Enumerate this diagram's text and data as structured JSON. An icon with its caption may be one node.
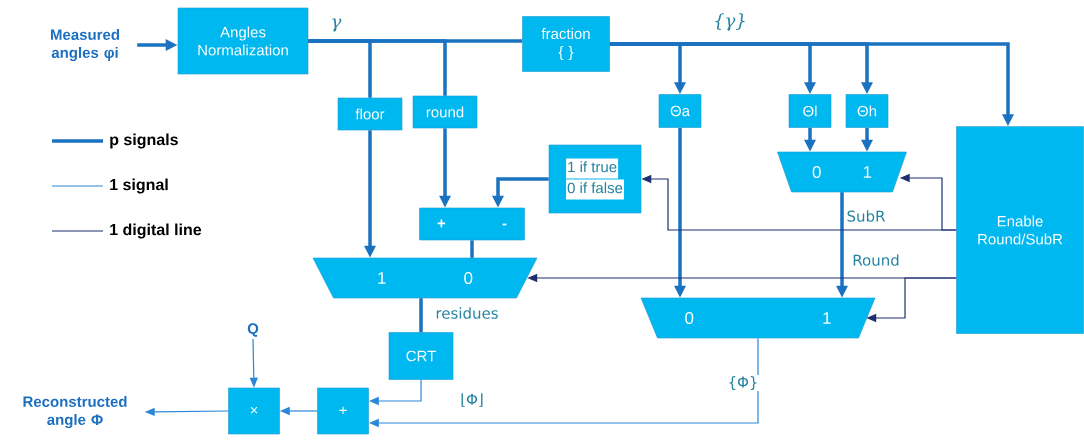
{
  "diagram": {
    "nodes": [
      {
        "text": [
          "Measured angles φi"
        ]
      },
      {
        "text": [
          "Angles Normalization"
        ]
      },
      {
        "text": [
          "fraction",
          "{ }"
        ]
      },
      {
        "text": [
          "floor"
        ]
      },
      {
        "text": [
          "round"
        ]
      },
      {
        "text": [
          "Θa"
        ]
      },
      {
        "text": [
          "Θl"
        ]
      },
      {
        "text": [
          "Θh"
        ]
      },
      {
        "text": [
          "Enable Round/SubR"
        ]
      },
      {
        "text": [
          "0",
          "1"
        ]
      },
      {
        "text": [
          "1 if true",
          "0 if false"
        ]
      },
      {
        "text": [
          "+",
          "-"
        ]
      },
      {
        "text": [
          "1",
          "0"
        ]
      },
      {
        "text": [
          "0",
          "1"
        ]
      },
      {
        "text": [
          "CRT"
        ]
      },
      {
        "text": [
          "×"
        ]
      },
      {
        "text": [
          "+"
        ]
      },
      {
        "text": [
          "Q"
        ]
      },
      {
        "text": [
          "Reconstructed angle Φ"
        ]
      }
    ],
    "edges": [
      {
        "from": 0,
        "to": 1,
        "arrow": "to"
      },
      {
        "from": 1,
        "to": 2,
        "arrow": "none"
      },
      {
        "from": 1,
        "to": 3,
        "arrow": "none"
      },
      {
        "from": 1,
        "to": 4,
        "arrow": "none"
      },
      {
        "from": 2,
        "to": 5,
        "arrow": "to"
      },
      {
        "from": 2,
        "to": 6,
        "arrow": "to"
      },
      {
        "from": 2,
        "to": 7,
        "arrow": "to"
      },
      {
        "from": 2,
        "to": 8,
        "arrow": "to"
      },
      {
        "from": 6,
        "to": 9,
        "arrow": "to"
      },
      {
        "from": 7,
        "to": 9,
        "arrow": "to"
      },
      {
        "from": 3,
        "to": 12,
        "arrow": "to"
      },
      {
        "from": 4,
        "to": 11,
        "arrow": "to"
      },
      {
        "from": 10,
        "to": 11,
        "arrow": "to"
      },
      {
        "from": 11,
        "to": 12,
        "arrow": "none"
      },
      {
        "from": 5,
        "to": 13,
        "arrow": "to"
      },
      {
        "from": 9,
        "to": 13,
        "arrow": "to"
      },
      {
        "from": 8,
        "to": 10,
        "arrow": "to",
        "label": "SubR",
        "color": "#1F2F6E"
      },
      {
        "from": 8,
        "to": 9,
        "arrow": "to",
        "color": "#1F2F6E"
      },
      {
        "from": 8,
        "to": 12,
        "arrow": "to",
        "label": "Round",
        "color": "#1F2F6E"
      },
      {
        "from": 8,
        "to": 13,
        "arrow": "to",
        "color": "#1F2F6E"
      },
      {
        "from": 12,
        "to": 14,
        "arrow": "none",
        "label": "residues"
      },
      {
        "from": 14,
        "to": 16,
        "arrow": "to",
        "label": "⌊Φ⌋",
        "color": "#2B86D6"
      },
      {
        "from": 13,
        "to": 16,
        "arrow": "to",
        "label": "{Φ}",
        "color": "#2B86D6"
      },
      {
        "from": 16,
        "to": 15,
        "arrow": "to",
        "color": "#2B86D6"
      },
      {
        "from": 17,
        "to": 15,
        "arrow": "to",
        "color": "#2B86D6"
      },
      {
        "from": 15,
        "to": 18,
        "arrow": "to",
        "color": "#2B86D6"
      }
    ],
    "labels": [
      "γ",
      "{γ}"
    ],
    "legend": [
      {
        "text": "p signals"
      },
      {
        "text": "1 signal"
      },
      {
        "text": "1 digital line"
      }
    ]
  }
}
